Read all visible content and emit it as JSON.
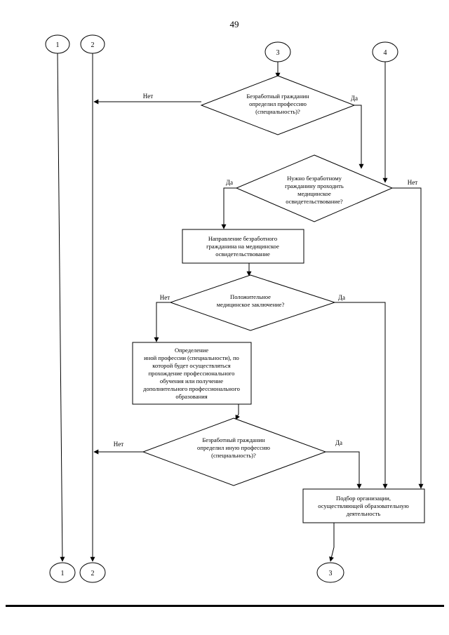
{
  "page_number": "49",
  "connectors": {
    "top_1": "1",
    "top_2": "2",
    "top_3": "3",
    "top_4": "4",
    "bottom_1": "1",
    "bottom_2": "2",
    "bottom_3": "3"
  },
  "decisions": {
    "determined_profession": [
      "Безработный гражданин",
      "определил профессию",
      "(специальность)?"
    ],
    "needs_medical": [
      "Нужно безработному",
      "гражданину проходить",
      "медицинское",
      "освидетельствование?"
    ],
    "positive_conclusion": [
      "Положительное",
      "медицинское заключение?"
    ],
    "determined_other": [
      "Безработный гражданин",
      "определил иную профессию",
      "(специальность)?"
    ]
  },
  "processes": {
    "referral": [
      "Направление безработного",
      "гражданина на медицинское",
      "освидетельствование"
    ],
    "other_profession": [
      "Определение",
      "иной профессии  (специальности), по",
      "которой будет осуществляться",
      "прохождение профессионального",
      "обучения или получение",
      "дополнительного профессионального",
      "образования"
    ],
    "selection": [
      "Подбор организации,",
      "осуществляющей образовательную",
      "деятельность"
    ]
  },
  "branch_labels": {
    "d1_no": "Нет",
    "d1_yes": "Да",
    "d2_yes": "Да",
    "d2_no": "Нет",
    "d3_no": "Нет",
    "d3_yes": "Да",
    "d4_no": "Нет",
    "d4_yes": "Да"
  }
}
